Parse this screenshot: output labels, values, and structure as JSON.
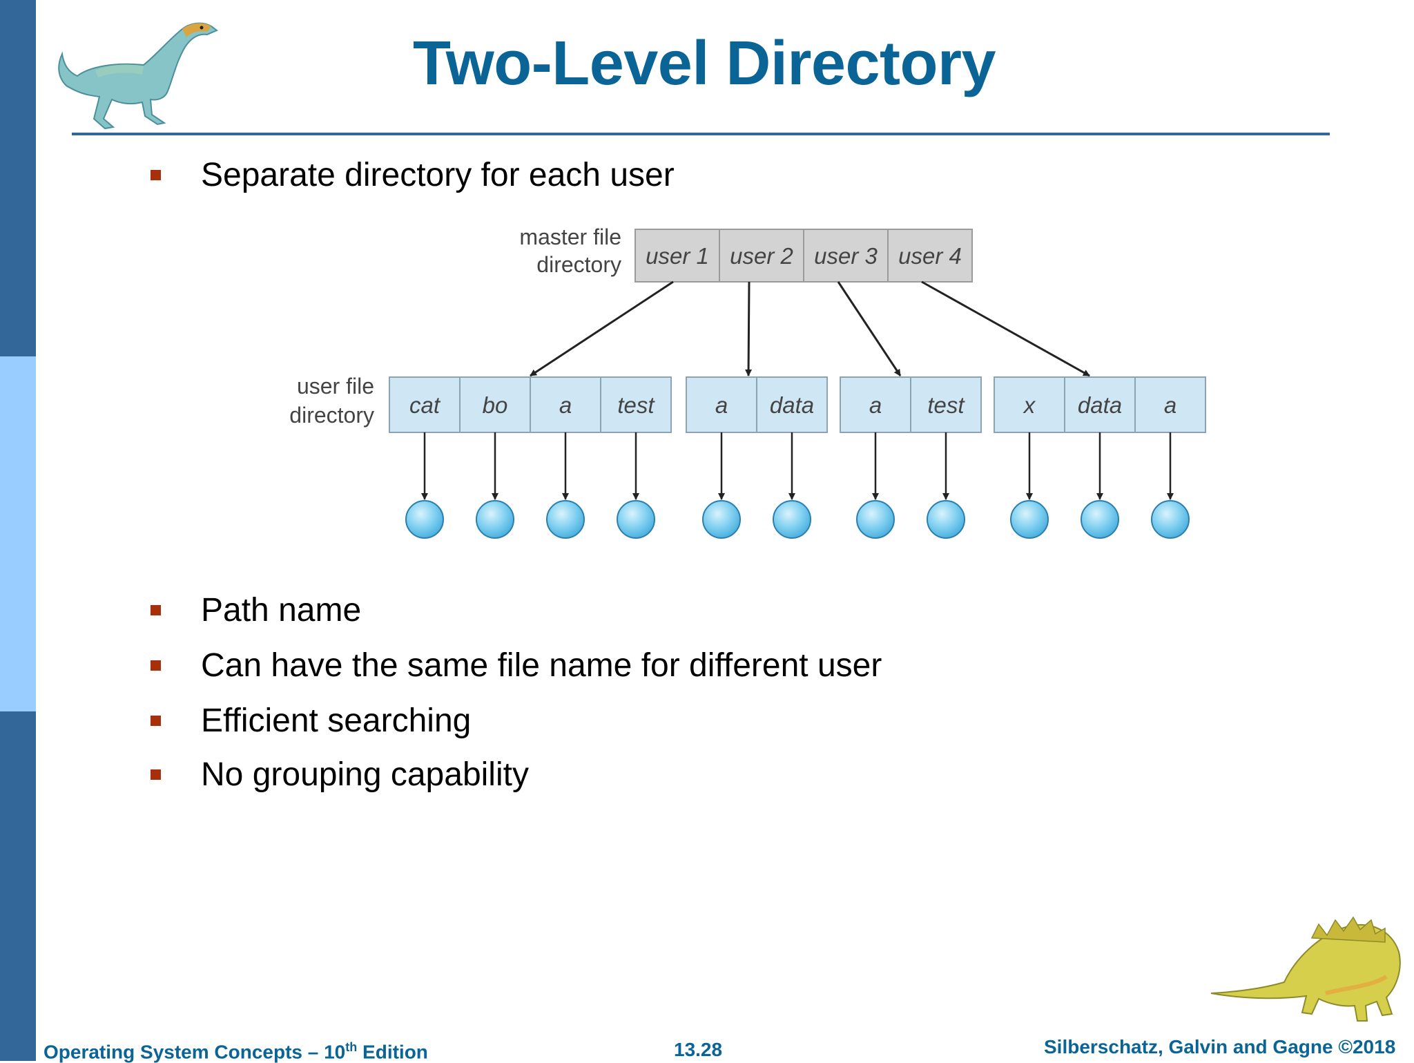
{
  "slide": {
    "title": "Two-Level Directory",
    "bullets": [
      "Separate directory for each user",
      "Path name",
      "Can have the same file name for different user",
      "Efficient searching",
      "No grouping capability"
    ]
  },
  "figure": {
    "master_label_line1": "master file",
    "master_label_line2": "directory",
    "user_label_line1": "user file",
    "user_label_line2": "directory",
    "master_entries": [
      "user 1",
      "user 2",
      "user 3",
      "user 4"
    ],
    "user_directories": [
      [
        "cat",
        "bo",
        "a",
        "test"
      ],
      [
        "a",
        "data"
      ],
      [
        "a",
        "test"
      ],
      [
        "x",
        "data",
        "a"
      ]
    ]
  },
  "footer": {
    "left_prefix": "Operating System Concepts – 10",
    "left_sup": "th",
    "left_suffix": " Edition",
    "center": "13.28",
    "right": "Silberschatz, Galvin and Gagne ©2018"
  },
  "colors": {
    "title": "#0a6496",
    "sidebar_dark": "#336699",
    "sidebar_light": "#99ccff",
    "bullet": "#a5300b",
    "master_cell": "#d3d3d3",
    "user_cell": "#cfe6f5",
    "file_node": "#7ecff0"
  }
}
